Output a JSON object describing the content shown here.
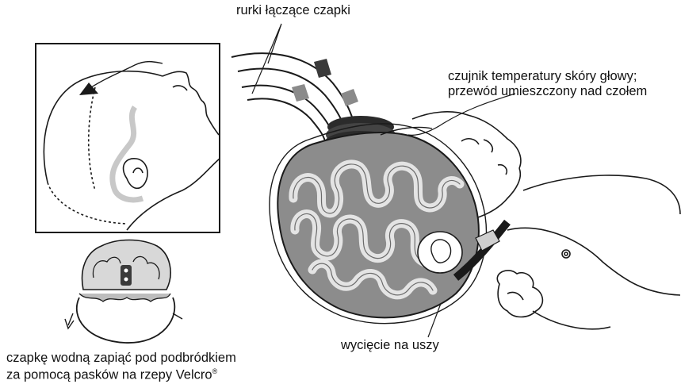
{
  "labels": {
    "connecting_tubes": "rurki łączące czapki",
    "sensor_line1": "czujnik temperatury skóry głowy;",
    "sensor_line2": "przewód umieszczony nad czołem",
    "ear_cutout": "wycięcie na uszy",
    "strap_line1": "czapkę wodną zapiąć pod podbródkiem",
    "strap_line2": "za pomocą pasków na rzepy Velcro",
    "registered_mark": "®"
  },
  "colors": {
    "line": "#1a1a1a",
    "cap_dark_gray": "#8c8c8c",
    "cap_light_gray": "#cfcfcf",
    "tube_band_dark": "#3a3a3a",
    "tube_band_gray": "#8a8a8a",
    "background": "#ffffff"
  }
}
